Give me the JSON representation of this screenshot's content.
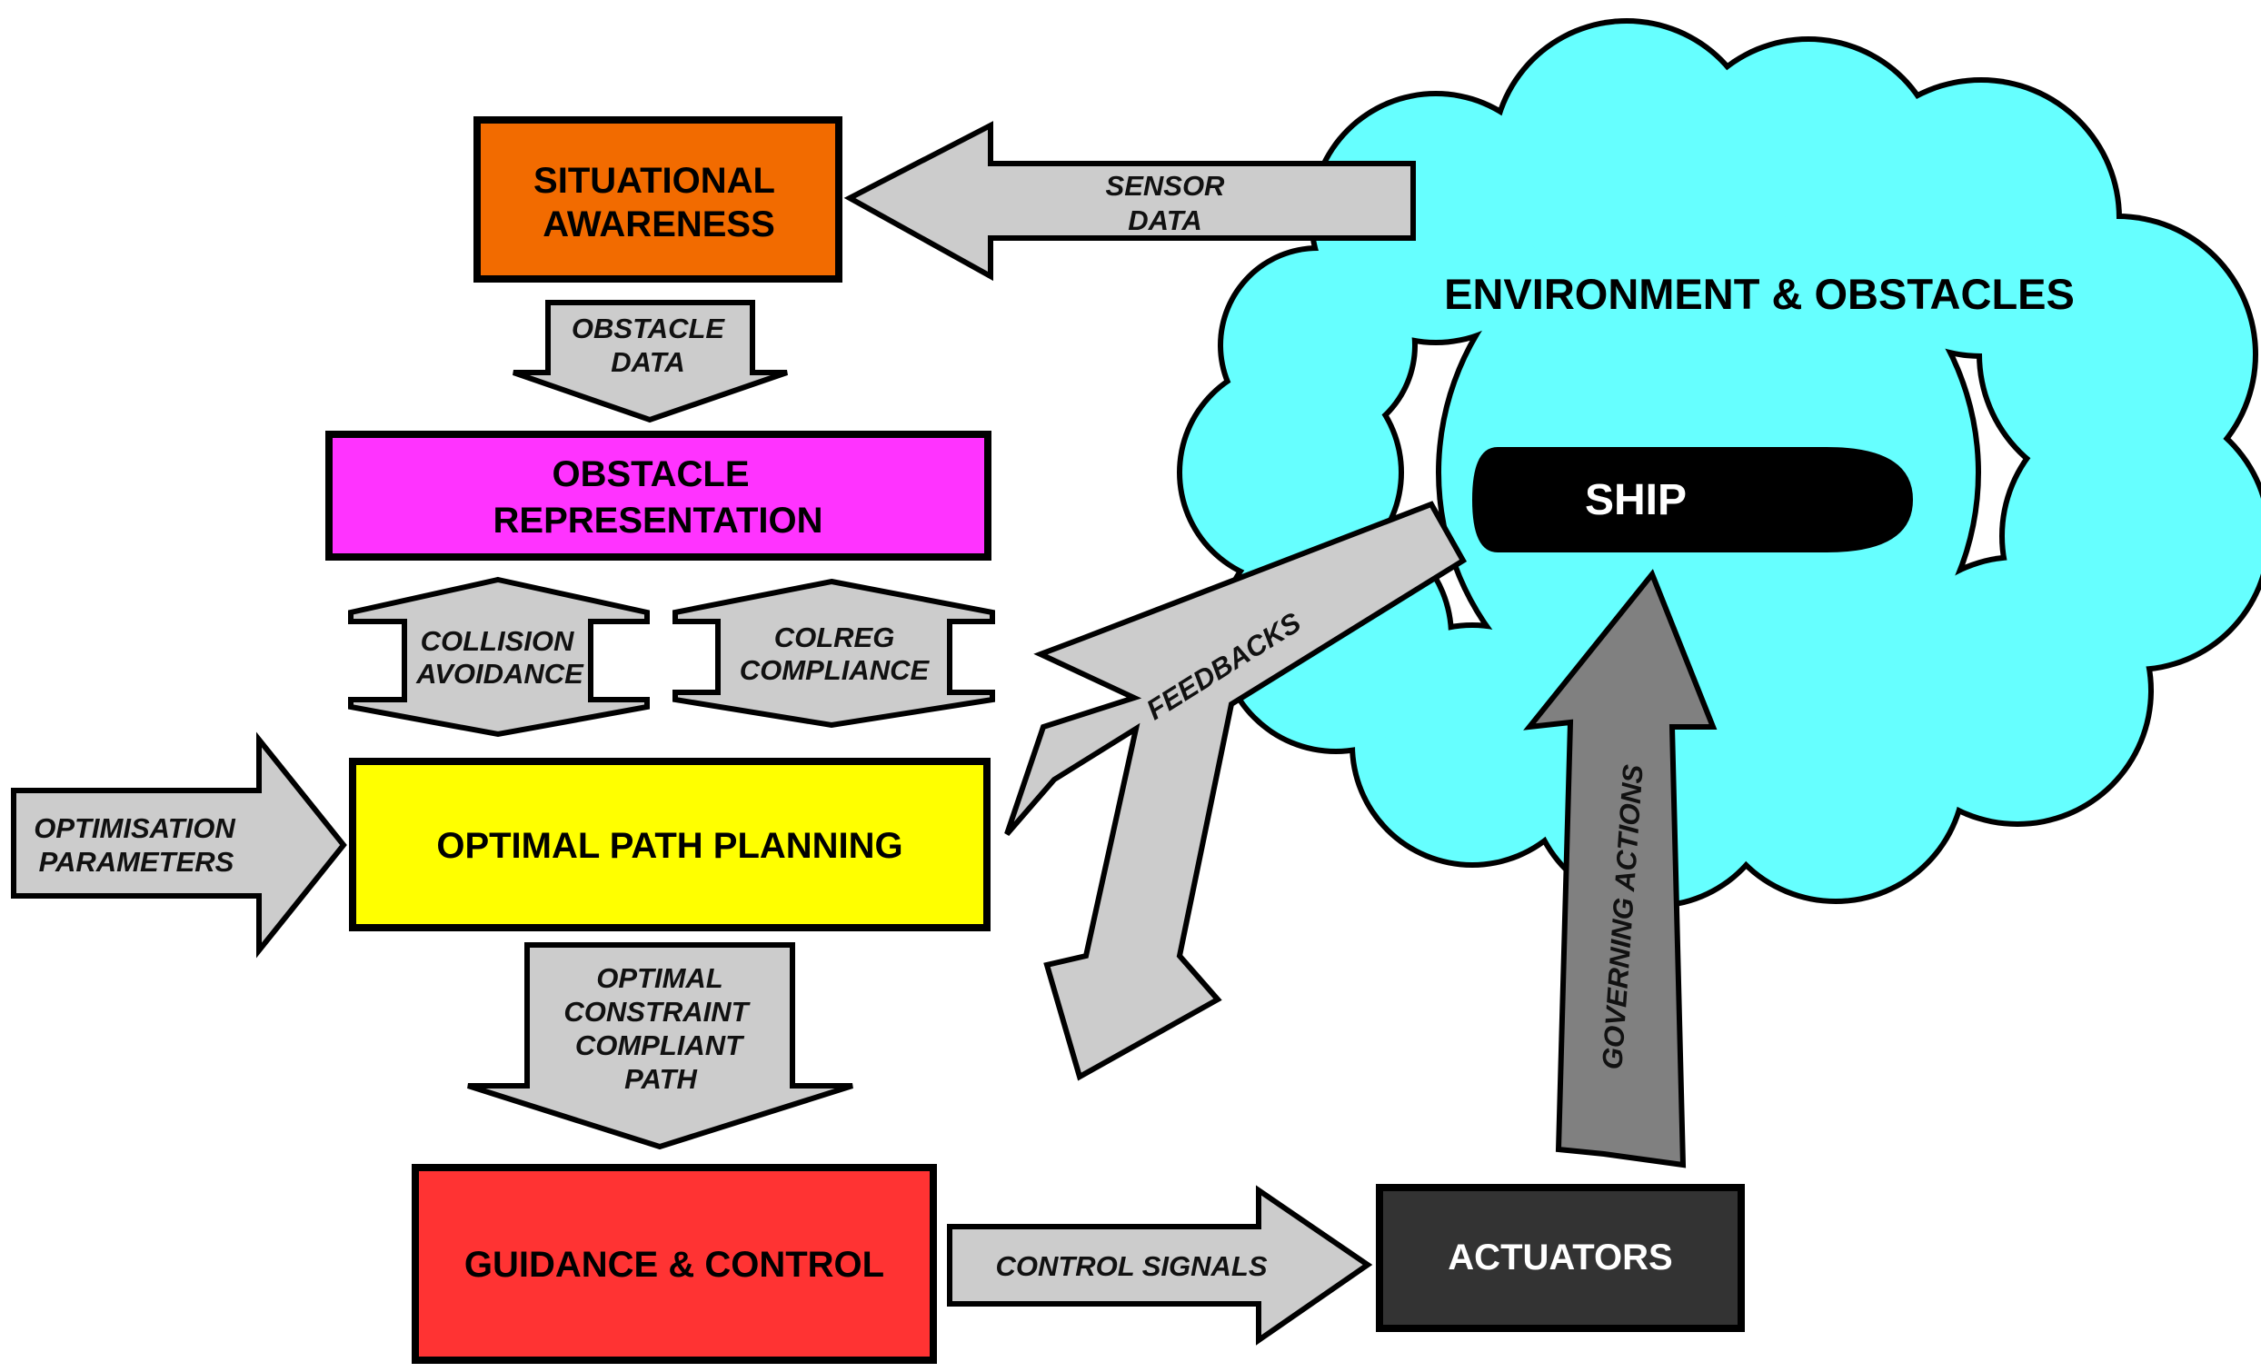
{
  "blocks": {
    "situational_awareness": {
      "line1": "SITUATIONAL",
      "line2": "AWARENESS",
      "color": "#f26b00"
    },
    "obstacle_representation": {
      "line1": "OBSTACLE",
      "line2": "REPRESENTATION",
      "color": "#ff33ff"
    },
    "optimal_path_planning": {
      "label": "OPTIMAL PATH PLANNING",
      "color": "#ffff00"
    },
    "guidance_control": {
      "label": "GUIDANCE & CONTROL",
      "color": "#ff3333"
    },
    "actuators": {
      "label": "ACTUATORS",
      "color": "#333333"
    }
  },
  "environment": {
    "title": "ENVIRONMENT & OBSTACLES",
    "color": "#66ffff",
    "ship_label": "SHIP"
  },
  "arrows": {
    "sensor_data": {
      "line1": "SENSOR",
      "line2": "DATA"
    },
    "obstacle_data": {
      "line1": "OBSTACLE",
      "line2": "DATA"
    },
    "collision_avoidance": {
      "line1": "COLLISION",
      "line2": "AVOIDANCE"
    },
    "colreg_compliance": {
      "line1": "COLREG",
      "line2": "COMPLIANCE"
    },
    "optimisation_parameters": {
      "line1": "OPTIMISATION",
      "line2": "PARAMETERS"
    },
    "optimal_path": {
      "line1": "OPTIMAL",
      "line2": "CONSTRAINT",
      "line3": "COMPLIANT",
      "line4": "PATH"
    },
    "control_signals": {
      "label": "CONTROL SIGNALS"
    },
    "feedbacks": {
      "label": "FEEDBACKS"
    },
    "governing_actions": {
      "label": "GOVERNING ACTIONS"
    }
  }
}
